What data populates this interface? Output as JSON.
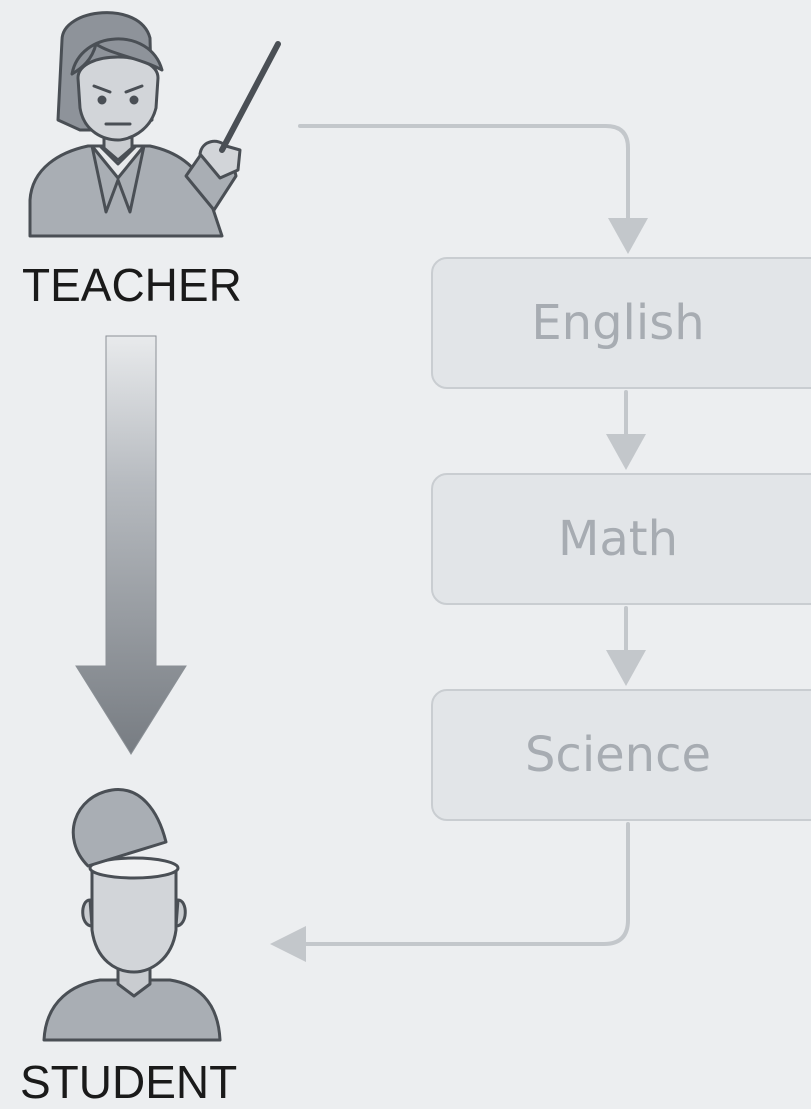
{
  "roles": {
    "teacher": "TEACHER",
    "student": "STUDENT"
  },
  "subjects": [
    {
      "label": "English"
    },
    {
      "label": "Math"
    },
    {
      "label": "Science"
    }
  ],
  "colors": {
    "background": "#eceef0",
    "figure_fill": "#a9aeb4",
    "figure_stroke": "#4a4f55",
    "flow_line": "#c3c7cb",
    "box_fill": "#e2e5e8",
    "box_text": "#a7acb2",
    "big_arrow": "#7d8288"
  },
  "icons": {
    "teacher": "teacher-with-pointer-icon",
    "student": "student-open-head-icon"
  }
}
